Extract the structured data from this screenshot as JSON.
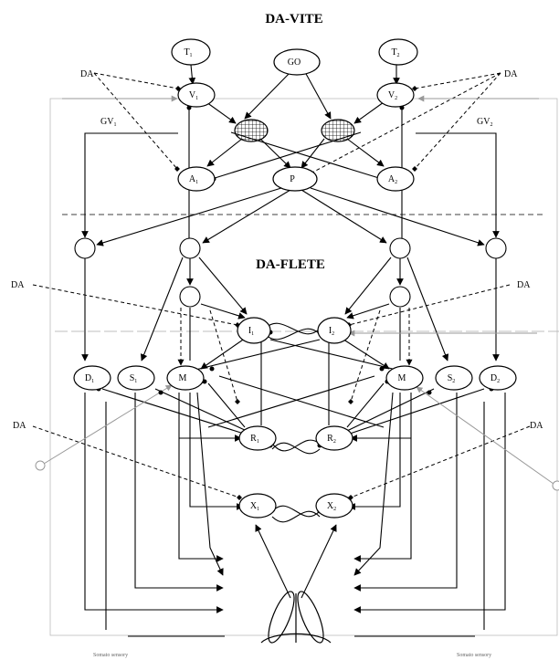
{
  "titles": {
    "top": "DA-VITE",
    "middle": "DA-FLETE"
  },
  "nodes": {
    "T1": {
      "base": "T",
      "sub": "1"
    },
    "T2": {
      "base": "T",
      "sub": "2"
    },
    "GO": {
      "base": "GO",
      "sub": ""
    },
    "V1": {
      "base": "V",
      "sub": "1"
    },
    "V2": {
      "base": "V",
      "sub": "2"
    },
    "A1": {
      "base": "A",
      "sub": "1"
    },
    "A2": {
      "base": "A",
      "sub": "2"
    },
    "P": {
      "base": "P",
      "sub": ""
    },
    "I1": {
      "base": "I",
      "sub": "1"
    },
    "I2": {
      "base": "I",
      "sub": "2"
    },
    "D1": {
      "base": "D",
      "sub": "1"
    },
    "S1": {
      "base": "S",
      "sub": "1"
    },
    "M1": {
      "base": "M",
      "sub": ""
    },
    "M2": {
      "base": "M",
      "sub": ""
    },
    "S2": {
      "base": "S",
      "sub": "2"
    },
    "D2": {
      "base": "D",
      "sub": "2"
    },
    "R1": {
      "base": "R",
      "sub": "1"
    },
    "R2": {
      "base": "R",
      "sub": "2"
    },
    "X1": {
      "base": "X",
      "sub": "1"
    },
    "X2": {
      "base": "X",
      "sub": "2"
    }
  },
  "gv_labels": {
    "gv1": {
      "base": "GV",
      "sub": "1"
    },
    "gv2": {
      "base": "GV",
      "sub": "2"
    }
  },
  "da_label": "DA",
  "footer": {
    "left": "Somato sensory",
    "right": "Somato sensory"
  },
  "colors": {
    "line": "#000000",
    "gray": "#999999",
    "hatch_fill": "#ffffff"
  }
}
